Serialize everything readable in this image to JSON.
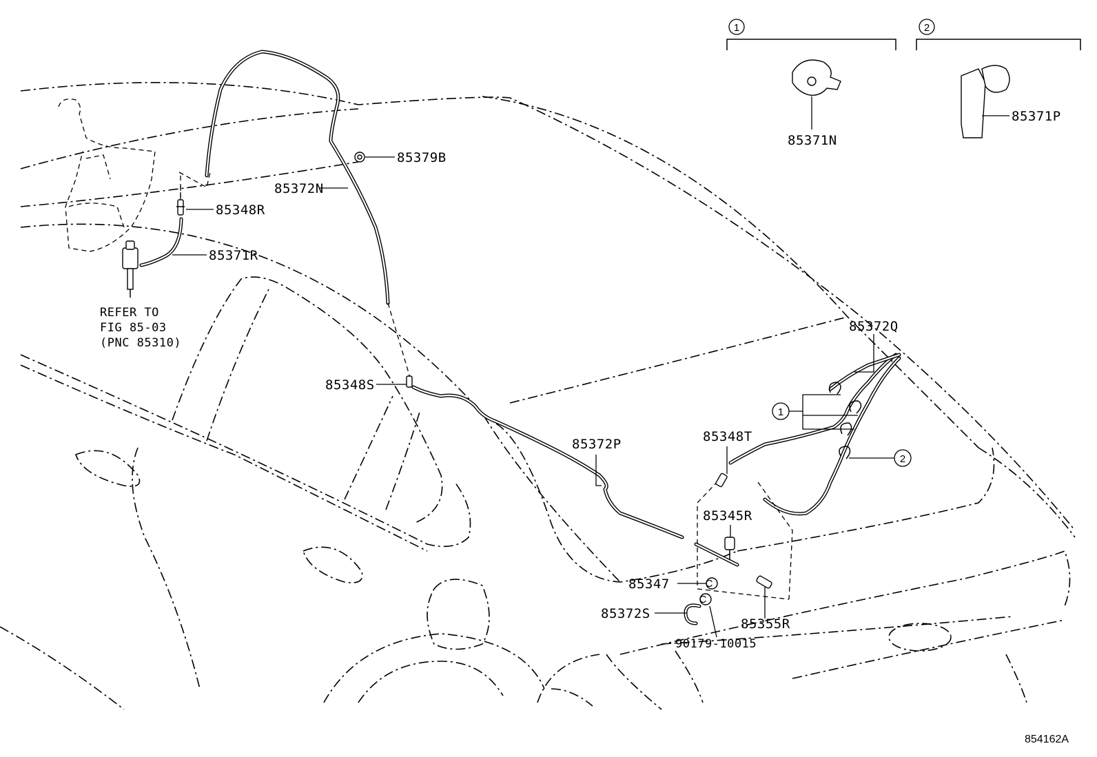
{
  "callouts": {
    "c85379B": "85379B",
    "c85372N": "85372N",
    "c85348R": "85348R",
    "c85371R": "85371R",
    "c85348S": "85348S",
    "c85372P": "85372P",
    "c85348T": "85348T",
    "c85372Q": "85372Q",
    "c85345R": "85345R",
    "c85347": "85347",
    "c85372S": "85372S",
    "c85355R": "85355R",
    "c90179": "90179-10015",
    "c85371N": "85371N",
    "c85371P": "85371P"
  },
  "refer_note": {
    "line1": "REFER TO",
    "line2": "FIG 85-03",
    "line3": "(PNC 85310)"
  },
  "variant_markers": {
    "one": "1",
    "two": "2"
  },
  "figure_code": "854162A"
}
